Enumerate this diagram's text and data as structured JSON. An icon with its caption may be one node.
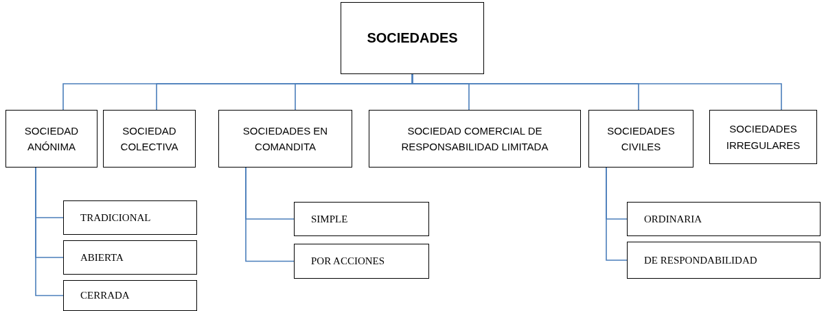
{
  "diagram": {
    "nodes": [
      {
        "text": [
          "SOCIEDADES"
        ]
      },
      {
        "text": [
          "SOCIEDAD ANÓNIMA"
        ]
      },
      {
        "text": [
          "SOCIEDAD COLECTIVA"
        ]
      },
      {
        "text": [
          "SOCIEDADES EN COMANDITA"
        ]
      },
      {
        "text": [
          "SOCIEDAD COMERCIAL DE RESPONSABILIDAD LIMITADA"
        ]
      },
      {
        "text": [
          "SOCIEDADES CIVILES"
        ]
      },
      {
        "text": [
          "SOCIEDADES IRREGULARES"
        ]
      },
      {
        "text": [
          "TRADICIONAL"
        ]
      },
      {
        "text": [
          "ABIERTA"
        ]
      },
      {
        "text": [
          "CERRADA"
        ]
      },
      {
        "text": [
          "SIMPLE"
        ]
      },
      {
        "text": [
          "POR ACCIONES"
        ]
      },
      {
        "text": [
          "ORDINARIA"
        ]
      },
      {
        "text": [
          "DE RESPONDABILIDAD"
        ]
      }
    ],
    "edges": [
      {
        "from": 0,
        "to": 1,
        "arrow": "none"
      },
      {
        "from": 0,
        "to": 2,
        "arrow": "none"
      },
      {
        "from": 0,
        "to": 3,
        "arrow": "none"
      },
      {
        "from": 0,
        "to": 4,
        "arrow": "none"
      },
      {
        "from": 0,
        "to": 5,
        "arrow": "none"
      },
      {
        "from": 0,
        "to": 6,
        "arrow": "none"
      },
      {
        "from": 1,
        "to": 7,
        "arrow": "none"
      },
      {
        "from": 1,
        "to": 8,
        "arrow": "none"
      },
      {
        "from": 1,
        "to": 9,
        "arrow": "none"
      },
      {
        "from": 3,
        "to": 10,
        "arrow": "none"
      },
      {
        "from": 3,
        "to": 11,
        "arrow": "none"
      },
      {
        "from": 5,
        "to": 12,
        "arrow": "none"
      },
      {
        "from": 5,
        "to": 13,
        "arrow": "none"
      }
    ]
  }
}
